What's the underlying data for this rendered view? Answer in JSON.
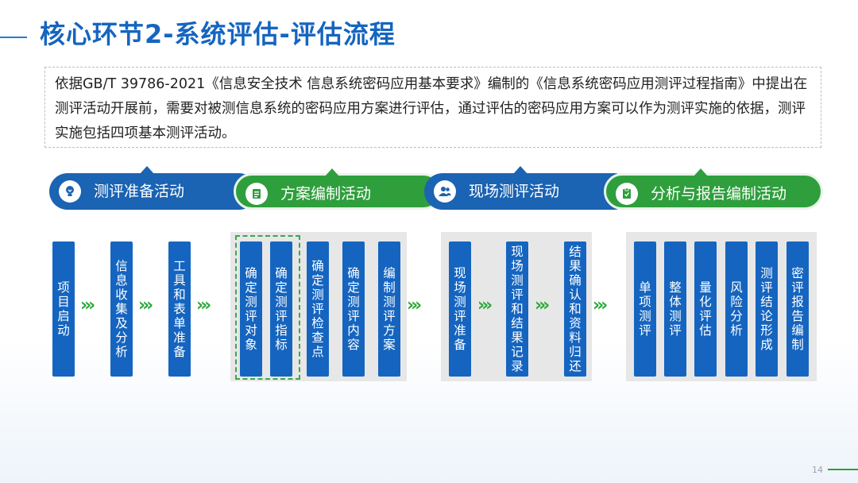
{
  "title": "核心环节2-系统评估-评估流程",
  "intro": "依据GB/T 39786-2021《信息安全技术 信息系统密码应用基本要求》编制的《信息系统密码应用测评过程指南》中提出在测评活动开展前，需要对被测信息系统的密码应用方案进行评估，通过评估的密码应用方案可以作为测评实施的依据，测评实施包括四项基本测评活动。",
  "phases": [
    {
      "label": "测评准备活动",
      "icon": "lightbulb-icon"
    },
    {
      "label": "方案编制活动",
      "icon": "document-icon"
    },
    {
      "label": "现场测评活动",
      "icon": "people-icon"
    },
    {
      "label": "分析与报告编制活动",
      "icon": "clipboard-icon"
    }
  ],
  "steps": {
    "prep": [
      "项目启动",
      "信息收集及分析",
      "工具和表单准备"
    ],
    "plan": [
      "确定测评对象",
      "确定测评指标",
      "确定测评检查点",
      "确定测评内容",
      "编制测评方案"
    ],
    "onsite": [
      "现场测评准备",
      "现场测评和结果记录",
      "结果确认和资料归还"
    ],
    "report": [
      "单项测评",
      "整体测评",
      "量化评估",
      "风险分析",
      "测评结论形成",
      "密评报告编制"
    ]
  },
  "arrow": "›››",
  "page_number": "14",
  "colors": {
    "blue": "#1565c0",
    "green": "#2e9f3c",
    "title": "#1565c0"
  }
}
